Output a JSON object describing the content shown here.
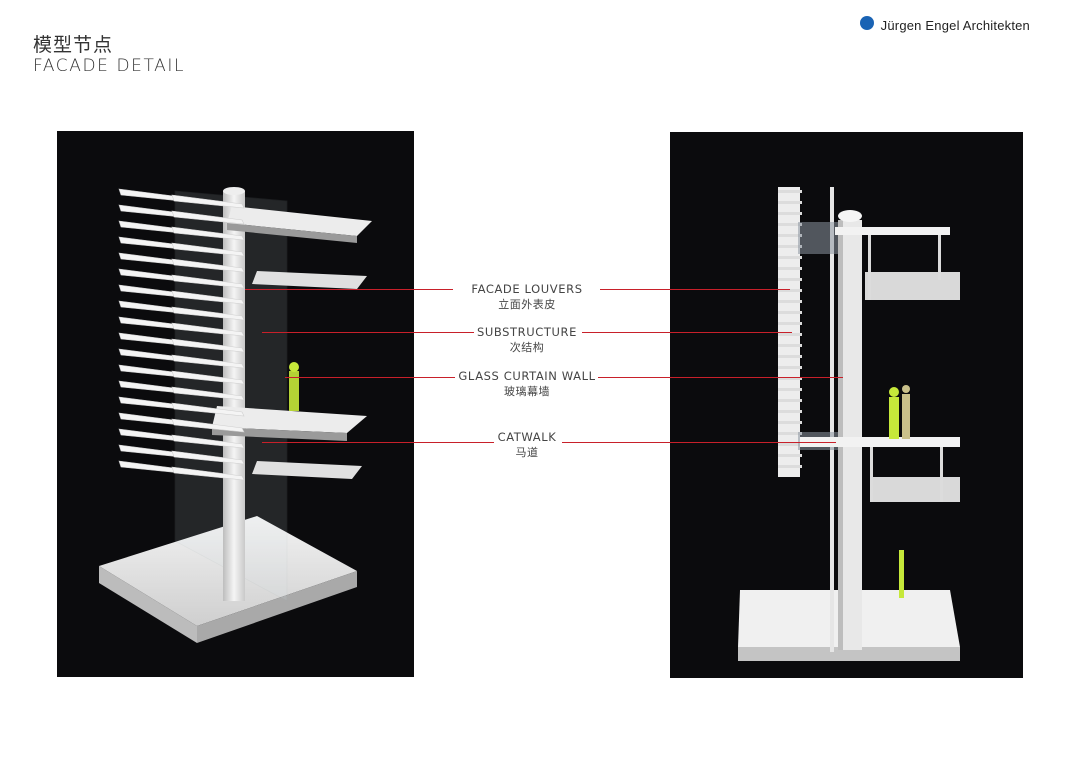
{
  "header": {
    "title_cn": "模型节点",
    "title_en": "FACADE DETAIL"
  },
  "brand": {
    "name": "Jürgen Engel Architekten",
    "dot_color": "#1a63b4"
  },
  "callouts": [
    {
      "en": "FACADE LOUVERS",
      "cn": "立面外表皮"
    },
    {
      "en": "SUBSTRUCTURE",
      "cn": "次结构"
    },
    {
      "en": "GLASS CURTAIN WALL",
      "cn": "玻璃幕墙"
    },
    {
      "en": "CATWALK",
      "cn": "马道"
    }
  ],
  "colors": {
    "leader_line": "#c8202a",
    "photo_background": "#0b0b0d",
    "figure": "#c6e83a"
  }
}
